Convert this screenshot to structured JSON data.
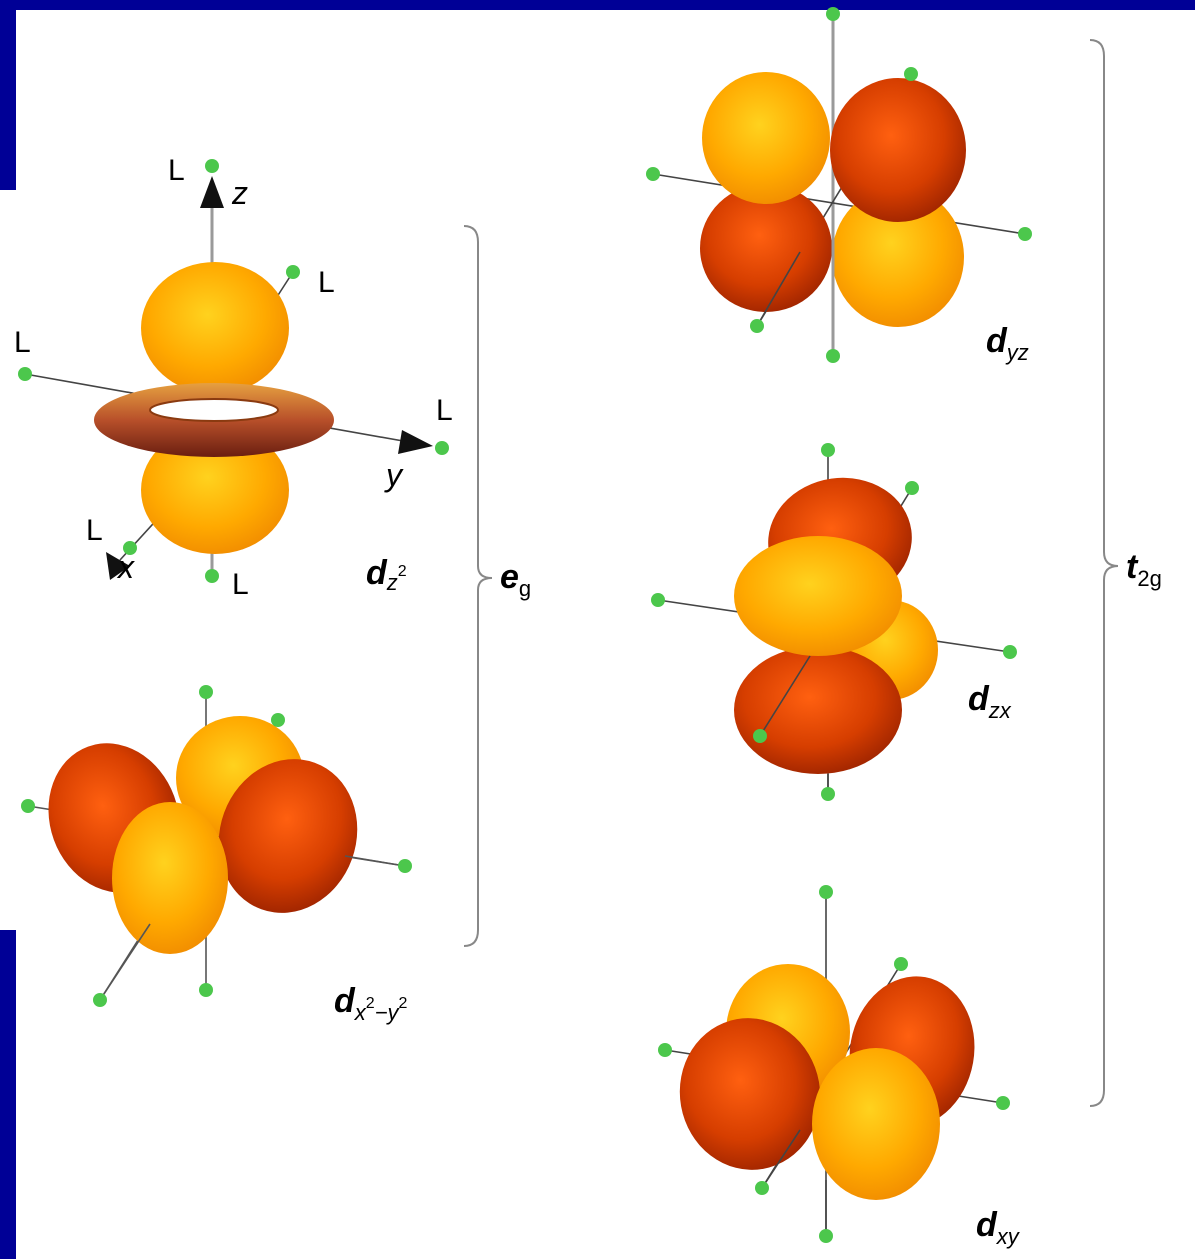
{
  "ligand_label": "L",
  "axes": {
    "x": "x",
    "y": "y",
    "z": "z"
  },
  "groups": {
    "eg": {
      "symbol": "e",
      "sub": "g"
    },
    "t2g": {
      "symbol": "t",
      "sub": "2g"
    }
  },
  "orbitals": {
    "dz2": {
      "symbol": "d",
      "sub": "z",
      "sup": "2"
    },
    "dx2y2": {
      "symbol": "d",
      "sub_a": "x",
      "sup_a": "2",
      "sub_mid": "−y",
      "sup_b": "2"
    },
    "dyz": {
      "symbol": "d",
      "sub": "yz"
    },
    "dzx": {
      "symbol": "d",
      "sub": "zx"
    },
    "dxy": {
      "symbol": "d",
      "sub": "xy"
    }
  },
  "colors": {
    "frame_blue": "#000096",
    "page_background": "#ffffff",
    "lobe_orange_light": "#ffd21e",
    "lobe_orange": "#ff9a00",
    "lobe_red_light": "#ff6010",
    "lobe_red": "#a82400",
    "ligand_green": "#4cc74c",
    "axis_gray": "#9a9a9a",
    "bracket_gray": "#888888"
  }
}
